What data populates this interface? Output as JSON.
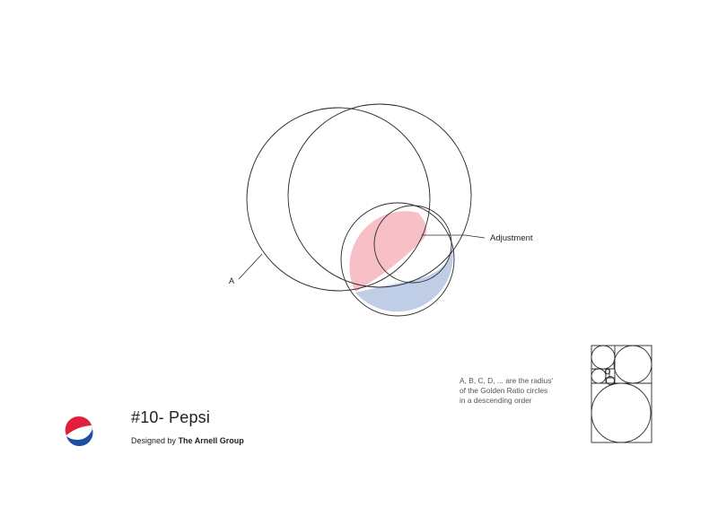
{
  "diagram": {
    "callout_a": "A",
    "callout_adjustment": "Adjustment",
    "note_lines": [
      "A, B, C, D, ... are the radius'",
      "of the Golden Ratio circles",
      "in a descending order"
    ]
  },
  "footer": {
    "title": "#10- Pepsi",
    "credit_prefix": "Designed by",
    "credit_author": "The Arnell Group"
  },
  "colors": {
    "pepsi_red": "#f7bfc6",
    "pepsi_blue": "#bfcde6",
    "logo_red": "#e31e3c",
    "logo_blue": "#1b4fa0",
    "stroke": "#2a2a2a"
  },
  "icons": [
    "pepsi-logo-icon",
    "golden-ratio-grid-icon"
  ]
}
